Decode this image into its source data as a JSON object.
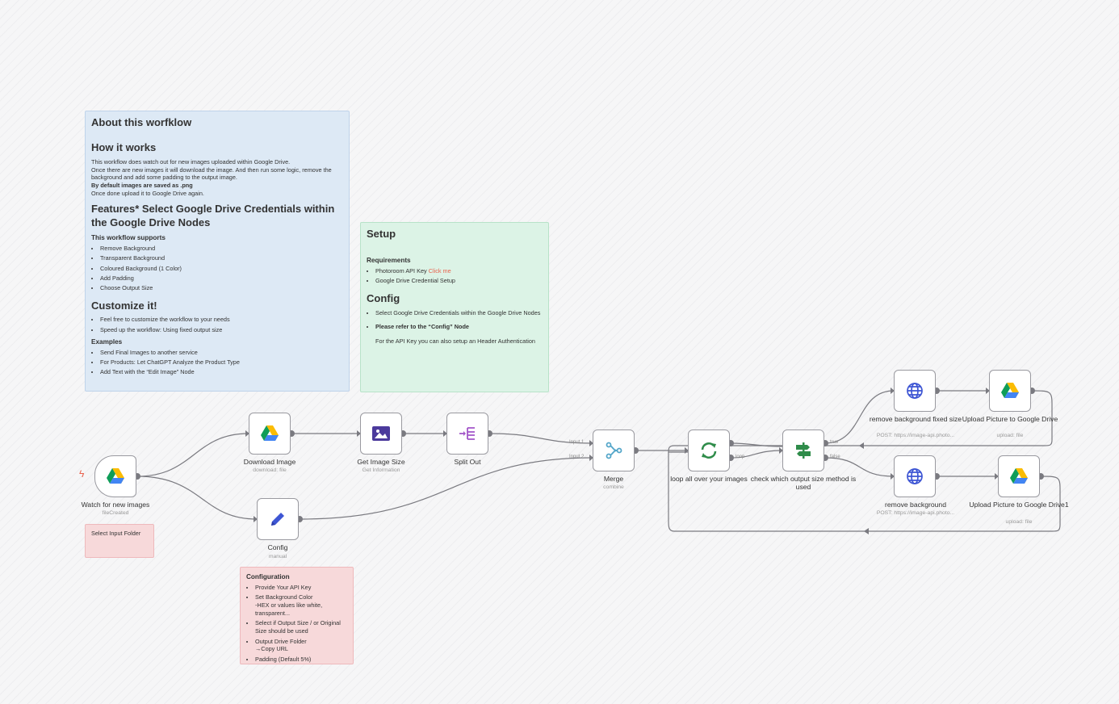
{
  "sticky_notes": {
    "about": {
      "title": "About this worfklow",
      "how_title": "How it works",
      "how_line1": "This workflow does watch out for new images uploaded within Google Drive.",
      "how_line2": "Once there are new images it will download the image. And then run some logic, remove the background and add some padding to the output image.",
      "how_bold": "By default images are saved as .png",
      "how_line3": "Once done upload it to Google Drive again.",
      "features_title": "Features* Select Google Drive Credentials within the Google Drive Nodes",
      "supports_title": "This workflow supports",
      "supports": [
        "Remove Background",
        "Transparent Background",
        "Coloured Background (1 Color)",
        "Add Padding",
        "Choose Output Size"
      ],
      "customize_title": "Customize it!",
      "customize": [
        "Feel free to customize the workflow to your needs",
        "Speed up the workflow: Using fixed output size"
      ],
      "examples_title": "Examples",
      "examples": [
        "Send Final Images to another service",
        "For Products: Let ChatGPT Analyze the Product Type",
        "Add Text with the “Edit Image” Node"
      ]
    },
    "setup": {
      "title": "Setup",
      "requirements_title": "Requirements",
      "req1_text": "Photoroom API Key",
      "req1_link": "Click me",
      "req2": "Google Drive Credential Setup",
      "config_title": "Config",
      "config1": "Select Google Drive Credentials within the Google Drive Nodes",
      "config2": "Please refer to the “Config” Node",
      "config_note": "For the API Key you can also setup an Header Authentication"
    },
    "select_folder": {
      "text": "Select Input Folder"
    },
    "configuration": {
      "title": "Configuration",
      "items": [
        {
          "line1": "Provide Your API Key",
          "line2": ""
        },
        {
          "line1": "Set Background Color",
          "line2": "-HEX or values like white, transparent..."
        },
        {
          "line1": "Select if Output Size / or Original Size should be used",
          "line2": ""
        },
        {
          "line1": "Output Drive Folder",
          "line2": "→Copy URL"
        },
        {
          "line1": "Padding (Default 5%)",
          "line2": ""
        }
      ]
    }
  },
  "nodes": {
    "watch": {
      "label": "Watch for new images",
      "sub": "fileCreated",
      "icon": "google-drive-icon"
    },
    "download": {
      "label": "Download Image",
      "sub": "download: file",
      "icon": "google-drive-icon"
    },
    "config": {
      "label": "Config",
      "sub": "manual",
      "icon": "pencil-icon"
    },
    "getsize": {
      "label": "Get Image Size",
      "sub": "Get Information",
      "icon": "image-icon"
    },
    "split": {
      "label": "Split Out",
      "sub": "",
      "icon": "split-icon"
    },
    "merge": {
      "label": "Merge",
      "sub": "combine",
      "icon": "merge-icon"
    },
    "loop": {
      "label": "loop all over your images",
      "sub": "",
      "icon": "loop-icon"
    },
    "check": {
      "label": "check which output size method is used",
      "sub": "",
      "icon": "signpost-icon"
    },
    "rbfixed": {
      "label": "remove background fixed size",
      "sub": "POST: https://image-api.photo...",
      "icon": "globe-icon"
    },
    "upload1": {
      "label": "Upload Picture to Google Drive",
      "sub": "upload: file",
      "icon": "google-drive-icon"
    },
    "rb": {
      "label": "remove background",
      "sub": "POST: https://image-api.photo...",
      "icon": "globe-icon"
    },
    "upload2": {
      "label": "Upload Picture to Google Drive1",
      "sub": "upload: file",
      "icon": "google-drive-icon"
    }
  },
  "edge_labels": {
    "input1": "Input 1",
    "input2": "Input 2",
    "loop": "loop",
    "true": "true",
    "false": "false"
  },
  "colors": {
    "accent": "#e9634e",
    "wire": "#7a7a80",
    "note_blue": "#dde9f5",
    "note_green": "#dcf3e6",
    "note_pink": "#f7d9da"
  }
}
